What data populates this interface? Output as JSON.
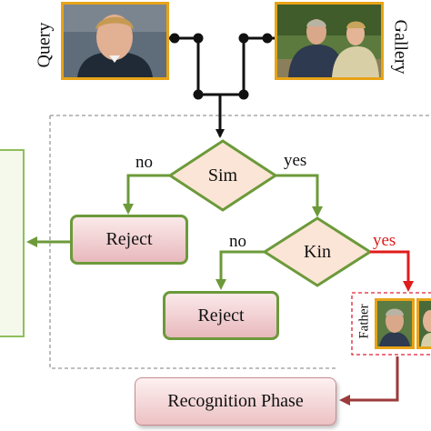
{
  "labels": {
    "query": "Query",
    "gallery": "Gallery",
    "sim": "Sim",
    "kin": "Kin",
    "no_sim": "no",
    "yes_sim": "yes",
    "no_kin": "no",
    "yes_kin": "yes",
    "reject_1": "Reject",
    "reject_2": "Reject",
    "father": "Father",
    "recognition_phase": "Recognition Phase"
  },
  "colors": {
    "photo_border": "#e8a317",
    "diamond_fill": "#fbe5d6",
    "diamond_stroke": "#6c9a3a",
    "yes_arrow": "#e01b1b",
    "recognition_arrow": "#9b3a3a",
    "dashed_frame": "#999999"
  }
}
